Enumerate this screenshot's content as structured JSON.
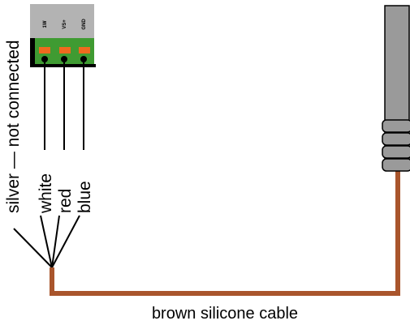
{
  "connector": {
    "pins": [
      "1W",
      "VS+",
      "GND"
    ]
  },
  "wires": {
    "white": "white",
    "red": "red",
    "blue": "blue",
    "silver": "silver — not connected"
  },
  "cable": {
    "label": "brown silicone cable"
  },
  "colors": {
    "connector_header": "#b3b3b3",
    "connector_body": "#3f9b32",
    "pin_slot": "#ee6a1e",
    "cable": "#a9552c",
    "probe_sheath": "#9a9a9a",
    "wire": "#000000"
  }
}
